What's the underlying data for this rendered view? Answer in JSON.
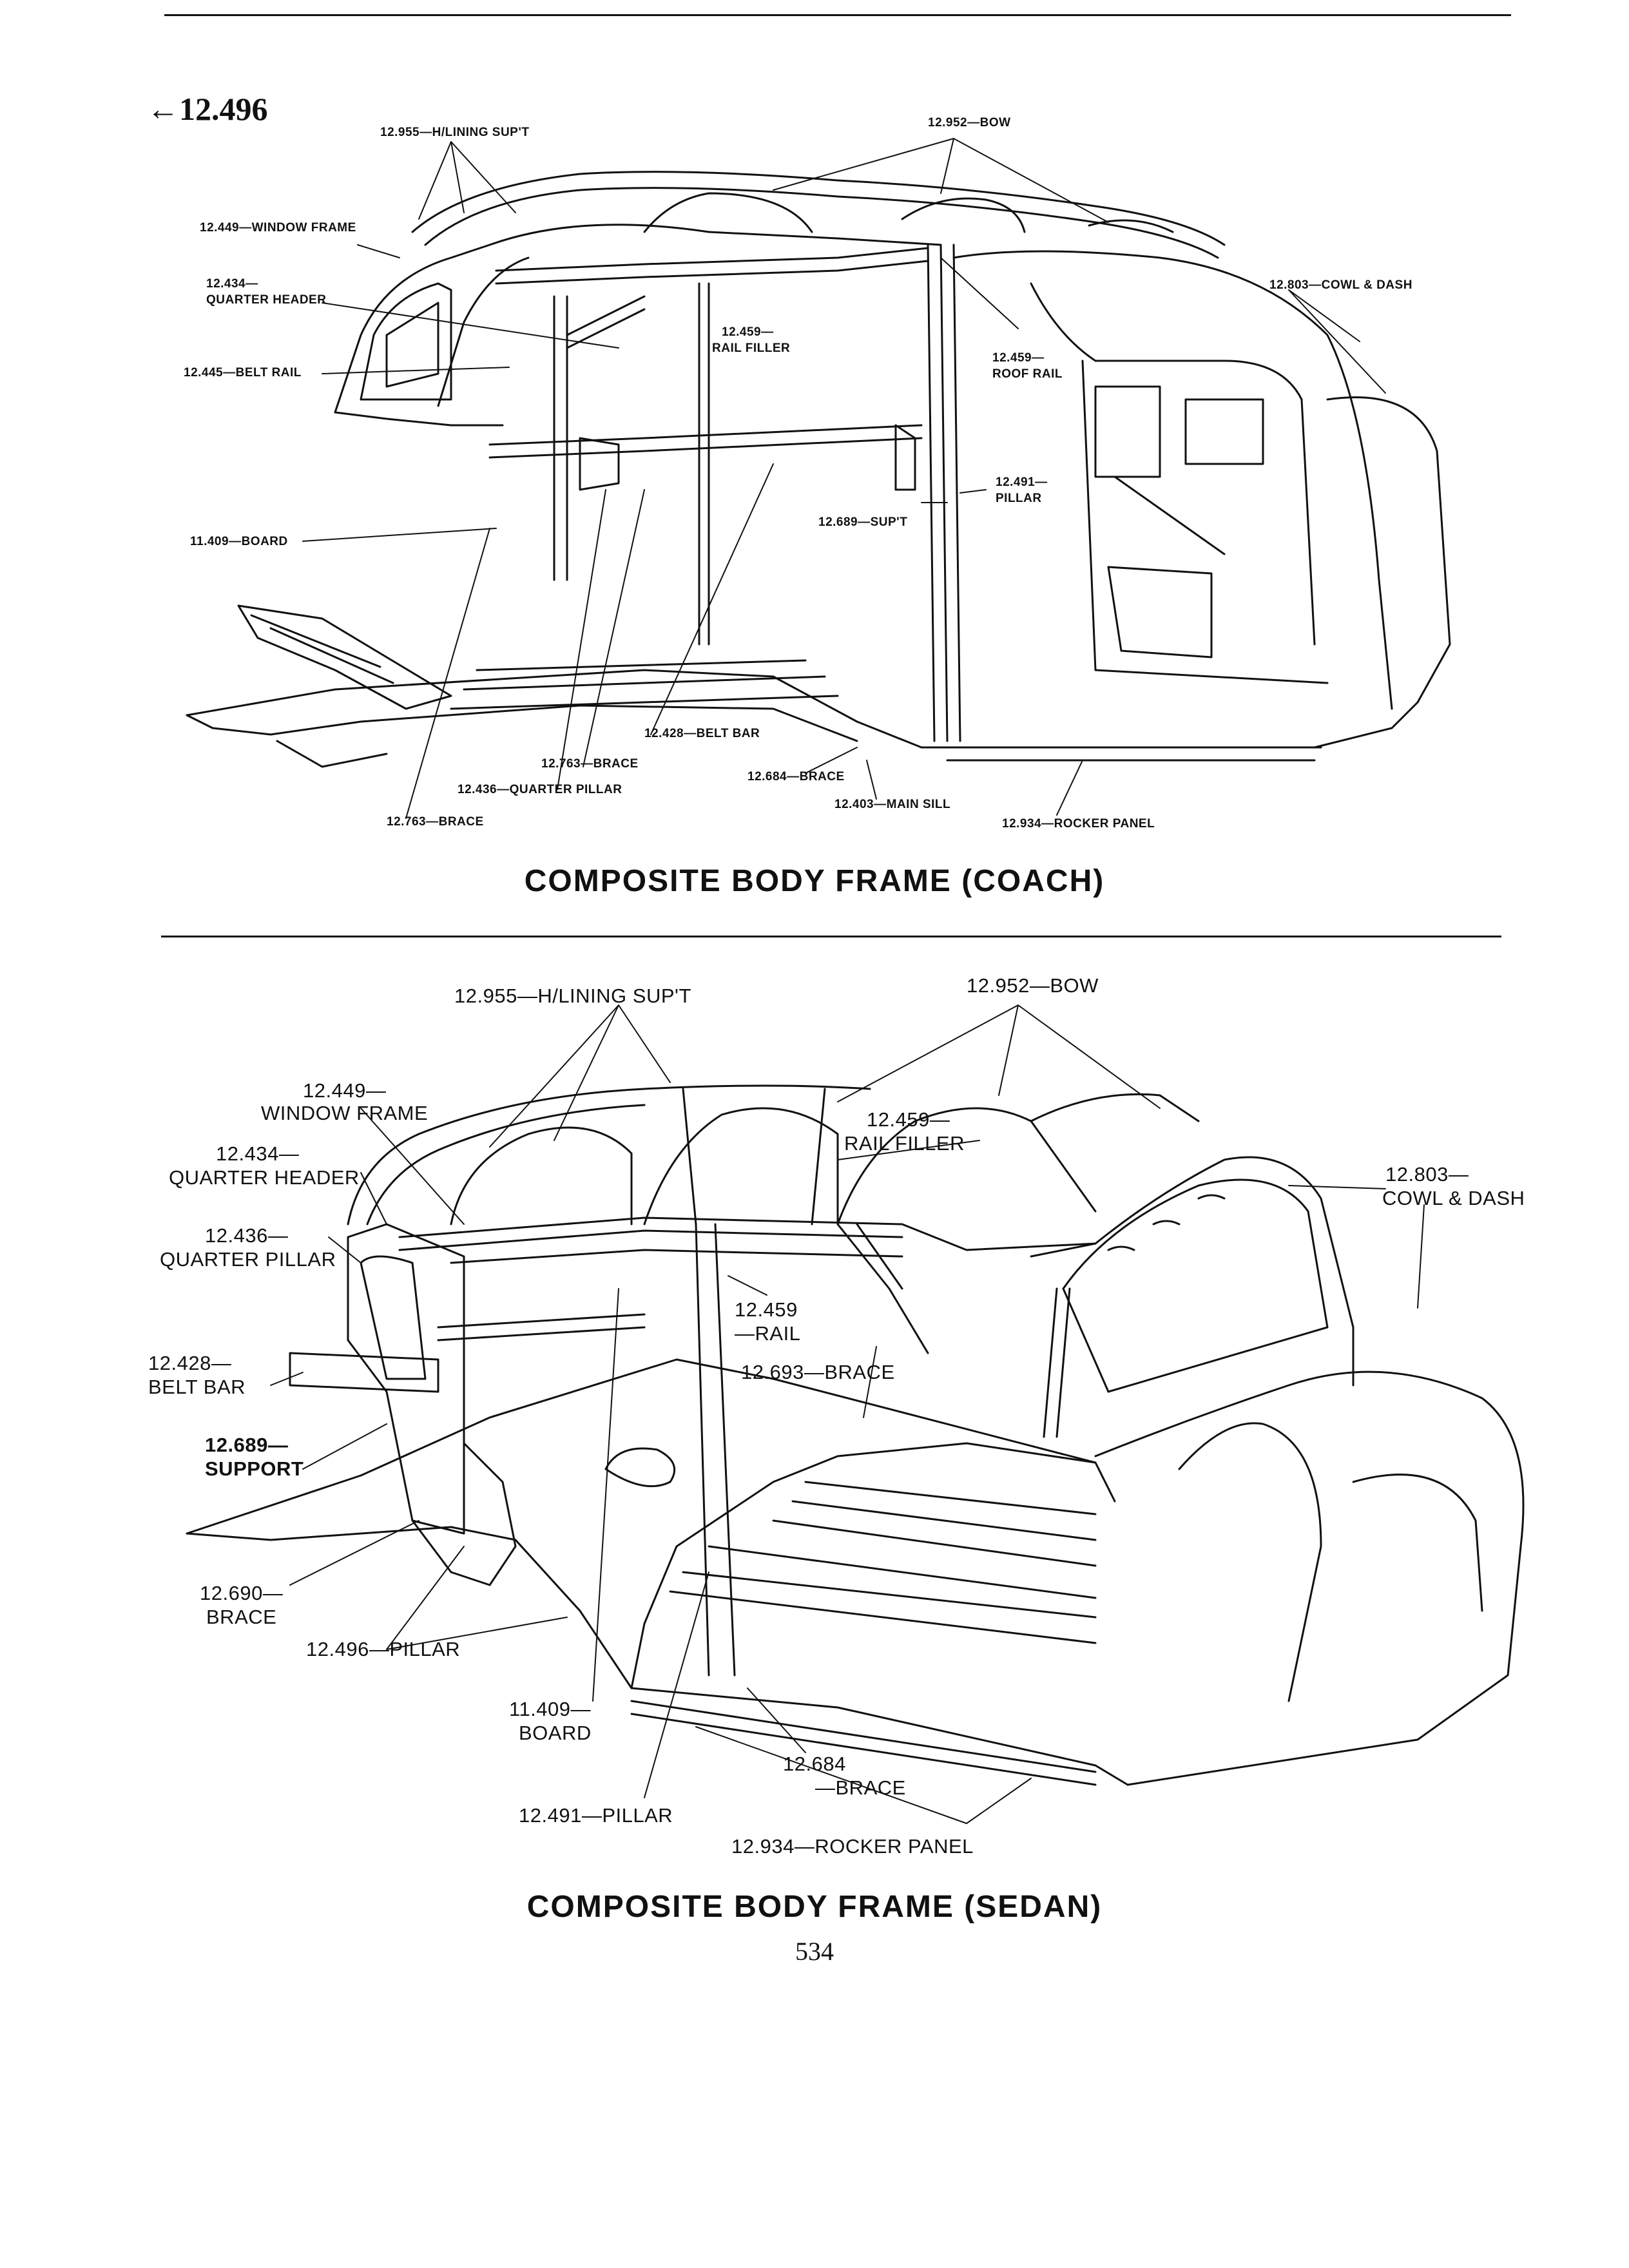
{
  "page": {
    "figure_ref": "←12.496",
    "page_number": "534"
  },
  "coach": {
    "caption": "COMPOSITE BODY FRAME (COACH)",
    "labels": {
      "h_lining": "12.955—H/LINING SUP'T",
      "bow": "12.952—BOW",
      "window_frame": "12.449—WINDOW FRAME",
      "quarter_header_1": "12.434—",
      "quarter_header_2": "QUARTER HEADER",
      "belt_rail": "12.445—BELT RAIL",
      "rail_filler_1": "12.459—",
      "rail_filler_2": "RAIL FILLER",
      "roof_rail_1": "12.459—",
      "roof_rail_2": "ROOF RAIL",
      "cowl_dash": "12.803—COWL & DASH",
      "pillar_1": "12.491—",
      "pillar_2": "PILLAR",
      "support": "12.689—SUP'T",
      "board": "11.409—BOARD",
      "belt_bar": "12.428—BELT BAR",
      "brace_upper": "12.763—BRACE",
      "quarter_pillar": "12.436—QUARTER PILLAR",
      "brace_lower": "12.763—BRACE",
      "brace_684": "12.684—BRACE",
      "main_sill": "12.403—MAIN SILL",
      "rocker_panel": "12.934—ROCKER PANEL"
    }
  },
  "sedan": {
    "caption": "COMPOSITE BODY FRAME (SEDAN)",
    "labels": {
      "h_lining": "12.955—H/LINING SUP'T",
      "bow": "12.952—BOW",
      "window_frame_1": "12.449—",
      "window_frame_2": "WINDOW FRAME",
      "quarter_header_1": "12.434—",
      "quarter_header_2": "QUARTER HEADER",
      "quarter_pillar_1": "12.436—",
      "quarter_pillar_2": "QUARTER PILLAR",
      "belt_bar_1": "12.428—",
      "belt_bar_2": "BELT BAR",
      "support_1": "12.689—",
      "support_2": "SUPPORT",
      "brace_690_1": "12.690—",
      "brace_690_2": "BRACE",
      "pillar_496": "12.496—PILLAR",
      "board_1": "11.409—",
      "board_2": "BOARD",
      "pillar_491": "12.491—PILLAR",
      "rocker_panel": "12.934—ROCKER PANEL",
      "brace_684_1": "12.684",
      "brace_684_2": "—BRACE",
      "rail_1": "12.459",
      "rail_2": "—RAIL",
      "brace_693": "12.693—BRACE",
      "rail_filler_1": "12.459—",
      "rail_filler_2": "RAIL FILLER",
      "cowl_dash_1": "12.803—",
      "cowl_dash_2": "COWL & DASH"
    }
  }
}
